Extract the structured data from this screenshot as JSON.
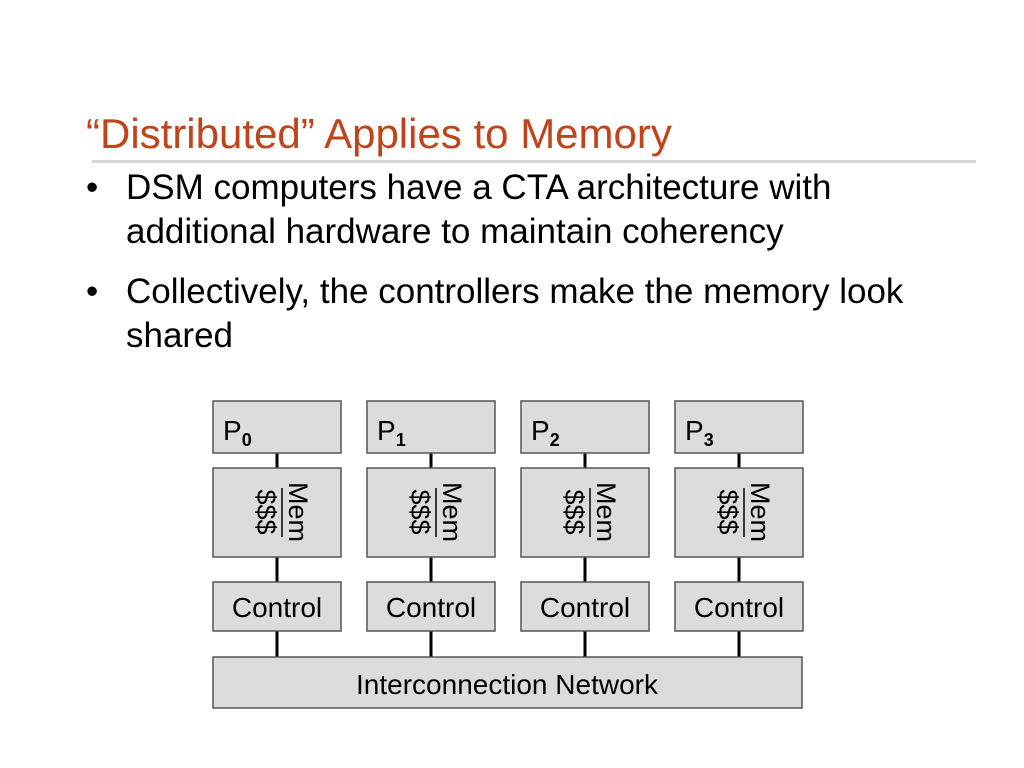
{
  "slide": {
    "title": "“Distributed” Applies to Memory",
    "bullets": [
      "DSM computers have a CTA architecture with additional hardware to maintain coherency",
      "Collectively, the controllers make the memory look shared"
    ],
    "bullet_glyph": "•"
  },
  "diagram": {
    "nodes": [
      {
        "processor": "P",
        "index": "0",
        "cache": "$$$",
        "memory": "Mem",
        "controller": "Control"
      },
      {
        "processor": "P",
        "index": "1",
        "cache": "$$$",
        "memory": "Mem",
        "controller": "Control"
      },
      {
        "processor": "P",
        "index": "2",
        "cache": "$$$",
        "memory": "Mem",
        "controller": "Control"
      },
      {
        "processor": "P",
        "index": "3",
        "cache": "$$$",
        "memory": "Mem",
        "controller": "Control"
      }
    ],
    "network": "Interconnection Network",
    "colors": {
      "box_fill": "#dcdcdc",
      "box_stroke": "#555555"
    }
  },
  "colors": {
    "title": "#c0441a",
    "rule": "#d6d6d6"
  }
}
